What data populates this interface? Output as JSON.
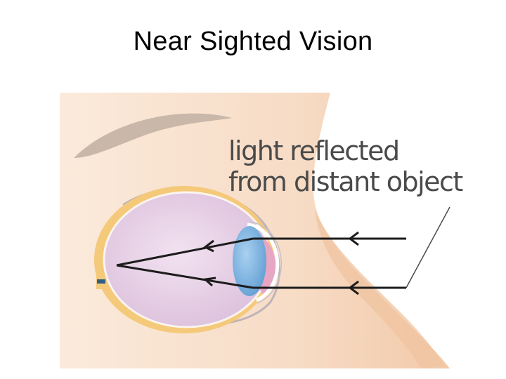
{
  "slide": {
    "title": "Near Sighted Vision"
  },
  "diagram": {
    "caption_line_1": "light reflected",
    "caption_line_2": "from distant object"
  },
  "colors": {
    "skin": "#f6dcc6",
    "skin_shadow": "#f1c7a5",
    "eyebrow": "#c9b7aa",
    "eyeball": "#e4cde3",
    "sclera_ring": "#f4c97a",
    "lens": "#7bb3e0",
    "iris": "#e7a6c3",
    "ray": "#222222"
  }
}
